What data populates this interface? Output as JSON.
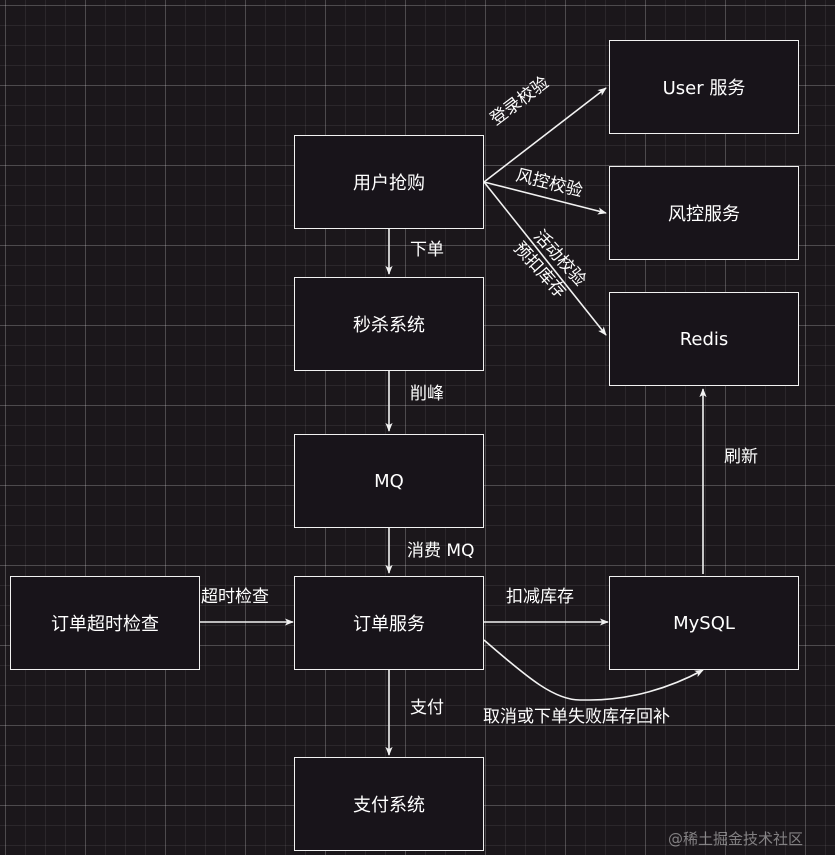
{
  "nodes": {
    "user_purchase": "用户抢购",
    "user_service": "User 服务",
    "risk_service": "风控服务",
    "redis": "Redis",
    "seckill_system": "秒杀系统",
    "mq": "MQ",
    "order_service": "订单服务",
    "mysql": "MySQL",
    "order_timeout_check": "订单超时检查",
    "payment_system": "支付系统"
  },
  "edge_labels": {
    "login_check": "登录校验",
    "risk_check": "风控校验",
    "activity_check": "活动校验",
    "pre_deduct_stock": "预扣库存",
    "place_order": "下单",
    "peak_shaving": "削峰",
    "consume_mq": "消费 MQ",
    "timeout_check": "超时检查",
    "deduct_stock": "扣减库存",
    "refresh": "刷新",
    "pay": "支付",
    "rollback_stock": "取消或下单失败库存回补"
  },
  "watermark": "@稀土掘金技术社区",
  "colors": {
    "background": "#1b171b",
    "node_fill": "#18141a",
    "stroke": "#f2f2f2",
    "text": "#ffffff"
  }
}
